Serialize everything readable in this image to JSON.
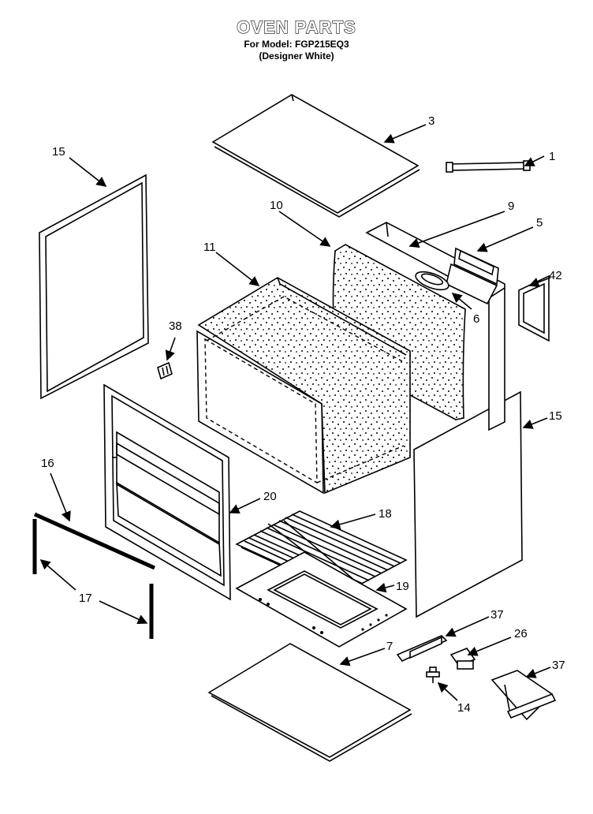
{
  "header": {
    "title": "OVEN PARTS",
    "model_line": "For Model: FGP215EQ3",
    "variant_line": "(Designer White)"
  },
  "callouts": {
    "c1": "1",
    "c3": "3",
    "c5": "5",
    "c6": "6",
    "c7": "7",
    "c9": "9",
    "c10": "10",
    "c11": "11",
    "c14": "14",
    "c15a": "15",
    "c15b": "15",
    "c16": "16",
    "c17": "17",
    "c18": "18",
    "c19": "19",
    "c20": "20",
    "c26": "26",
    "c37a": "37",
    "c37b": "37",
    "c38": "38",
    "c42": "42"
  },
  "colors": {
    "ink": "#000000",
    "paper": "#ffffff"
  }
}
